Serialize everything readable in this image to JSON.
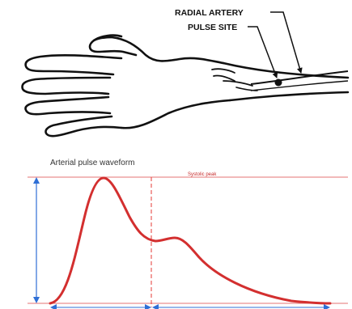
{
  "labels": {
    "radial_artery": "RADIAL ARTERY",
    "pulse_site": "PULSE SITE",
    "waveform_title": "Arterial pulse waveform",
    "systolic_peak": "Systolic peak"
  },
  "colors": {
    "outline": "#111111",
    "waveform": "#d32f2f",
    "guide_red": "#e57373",
    "amplitude_arrow": "#2f6fd6",
    "interval_arrow": "#2f6fd6"
  },
  "icons": {
    "hand": "hand-outline-icon",
    "pulse_dot": "pulse-site-dot-icon"
  }
}
